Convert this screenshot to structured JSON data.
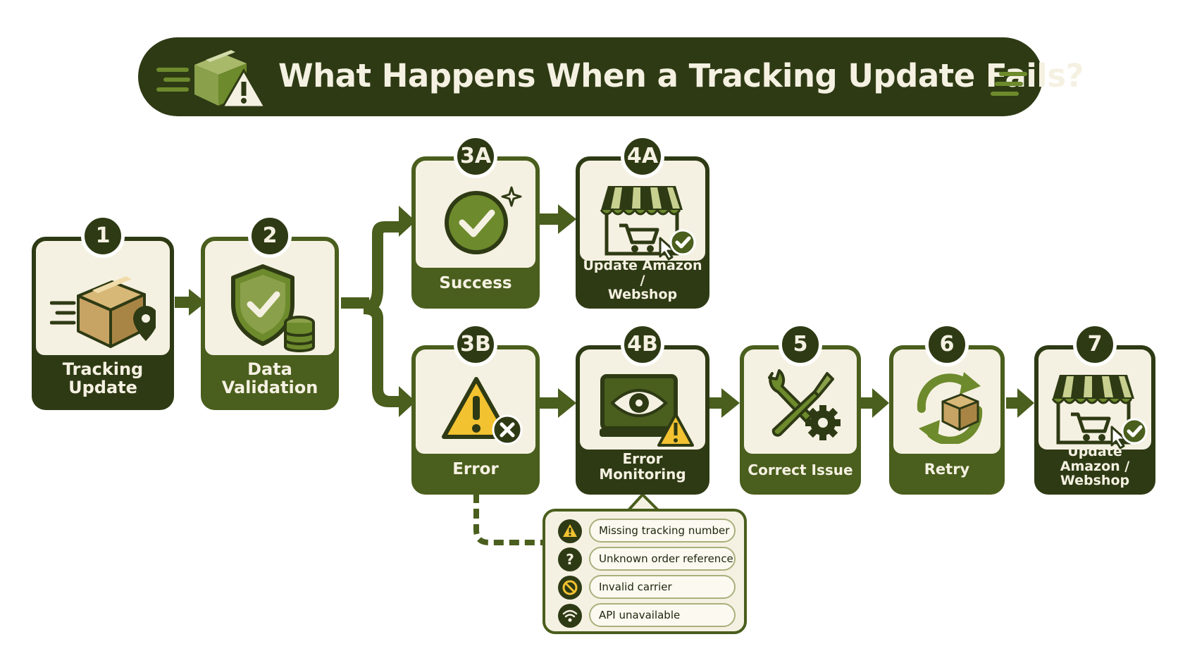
{
  "title": "What Happens When a Tracking Update Fails?",
  "steps": [
    {
      "badge": "1",
      "label_line1": "Tracking",
      "label_line2": "Update",
      "icon": "package-location-icon"
    },
    {
      "badge": "2",
      "label_line1": "Data",
      "label_line2": "Validation",
      "icon": "shield-check-database-icon"
    },
    {
      "badge": "3A",
      "label_line1": "Success",
      "label_line2": "",
      "icon": "check-circle-icon"
    },
    {
      "badge": "4A",
      "label_line1": "Update Amazon /",
      "label_line2": "Webshop",
      "icon": "storefront-cart-icon"
    },
    {
      "badge": "3B",
      "label_line1": "Error",
      "label_line2": "",
      "icon": "warning-x-icon"
    },
    {
      "badge": "4B",
      "label_line1": "Error",
      "label_line2": "Monitoring",
      "icon": "monitor-eye-warning-icon"
    },
    {
      "badge": "5",
      "label_line1": "Correct Issue",
      "label_line2": "",
      "icon": "wrench-screwdriver-gear-icon"
    },
    {
      "badge": "6",
      "label_line1": "Retry",
      "label_line2": "",
      "icon": "refresh-package-icon"
    },
    {
      "badge": "7",
      "label_line1": "Update Amazon /",
      "label_line2": "Webshop",
      "icon": "storefront-cart-icon"
    }
  ],
  "errors": [
    {
      "icon": "warning-icon",
      "text": "Missing tracking number"
    },
    {
      "icon": "question-icon",
      "text": "Unknown order reference"
    },
    {
      "icon": "prohibited-icon",
      "text": "Invalid carrier"
    },
    {
      "icon": "wifi-icon",
      "text": "API unavailable"
    }
  ],
  "colors": {
    "dark_olive": "#2e3a14",
    "olive": "#4a5e1d",
    "light_olive": "#6d8a2c",
    "cream": "#f5f1e2",
    "warning_yellow": "#f2c230",
    "box_tan": "#c8a464"
  }
}
